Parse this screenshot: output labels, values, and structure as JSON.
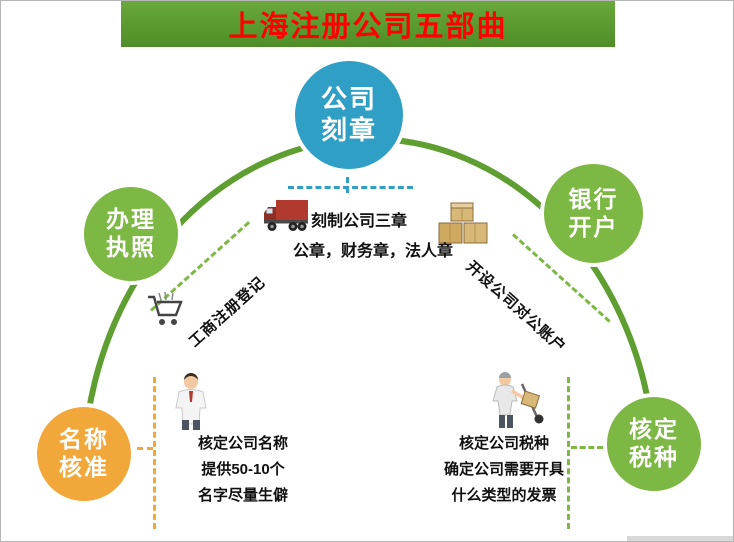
{
  "header": {
    "title": "上海注册公司五部曲"
  },
  "steps": [
    {
      "id": "seal",
      "line1": "公司",
      "line2": "刻章",
      "color": "#2f9fc6"
    },
    {
      "id": "license",
      "line1": "办理",
      "line2": "执照",
      "color": "#7cb843"
    },
    {
      "id": "bank",
      "line1": "银行",
      "line2": "开户",
      "color": "#7cb843"
    },
    {
      "id": "name",
      "line1": "名称",
      "line2": "核准",
      "color": "#f2a73b"
    },
    {
      "id": "tax",
      "line1": "核定",
      "line2": "税种",
      "color": "#7cb843"
    }
  ],
  "annotations": {
    "seal": {
      "line1": "刻制公司三章",
      "line2": "公章，财务章，法人章",
      "icon": "truck-icon"
    },
    "license": {
      "label": "工商注册登记",
      "icon": "shopping-cart-icon"
    },
    "bank": {
      "label": "开设公司对公账户",
      "icon": "boxes-icon"
    },
    "name": {
      "line1": "核定公司名称",
      "line2": "提供50-10个",
      "line3": "名字尽量生僻",
      "icon": "businessman-icon"
    },
    "tax": {
      "line1": "核定公司税种",
      "line2": "确定公司需要开具",
      "line3": "什么类型的发票",
      "icon": "worker-icon"
    }
  },
  "colors": {
    "header_bg": "#5d9a31",
    "title_red": "#fe0000",
    "arc_green": "#5f9e31",
    "step_blue": "#2f9fc6",
    "step_green": "#7cb843",
    "step_orange": "#f2a73b"
  }
}
